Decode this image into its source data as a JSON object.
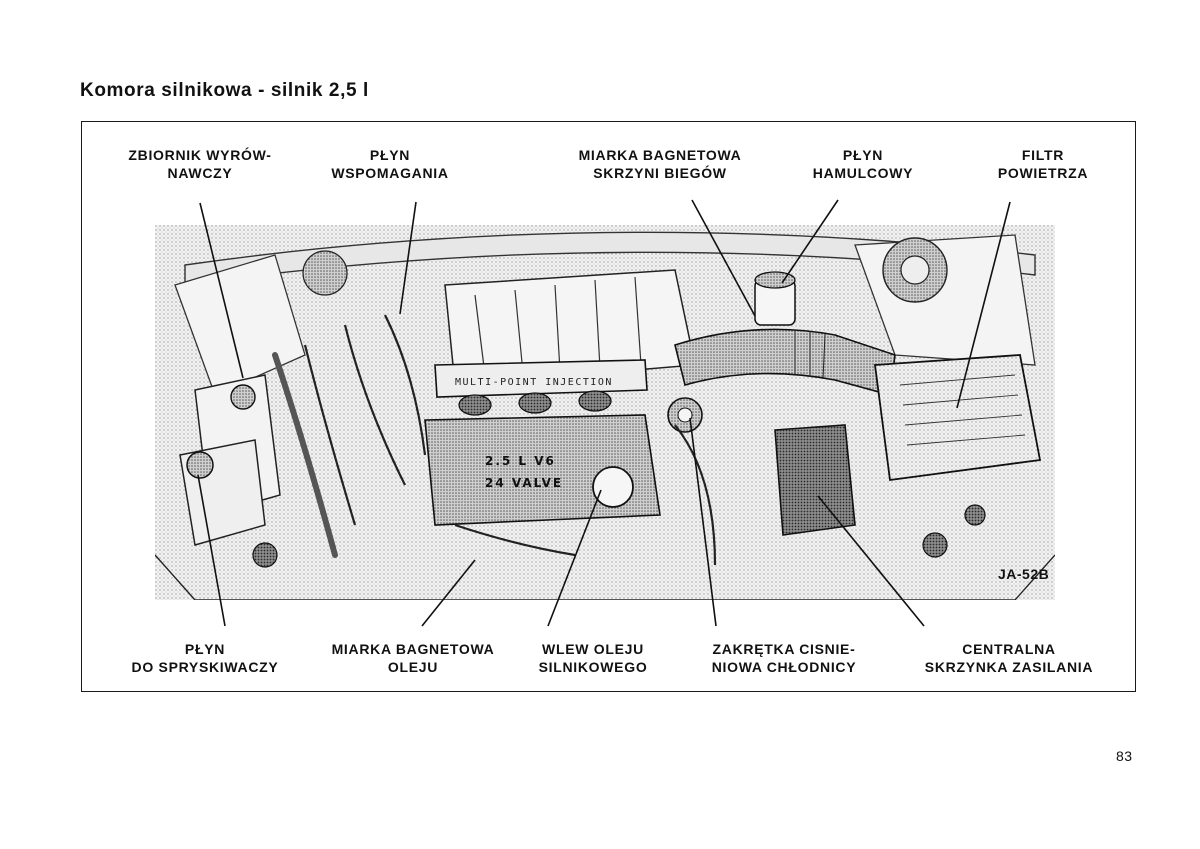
{
  "title": "Komora silnikowa - silnik 2,5 l",
  "figure_code": "JA-52B",
  "page_number": "83",
  "engine_markings": {
    "intake": "MULTI-POINT INJECTION",
    "cover_top": "2.5 L V6",
    "cover_bottom": "24 VALVE"
  },
  "labels_top": [
    {
      "id": "coolant-reservoir",
      "lines": [
        "ZBIORNIK WYRÓW-",
        "NAWCZY"
      ]
    },
    {
      "id": "power-steering-fluid",
      "lines": [
        "PŁYN",
        "WSPOMAGANIA"
      ]
    },
    {
      "id": "transmission-dipstick",
      "lines": [
        "MIARKA BAGNETOWA",
        "SKRZYNI BIEGÓW"
      ]
    },
    {
      "id": "brake-fluid",
      "lines": [
        "PŁYN",
        "HAMULCOWY"
      ]
    },
    {
      "id": "air-filter",
      "lines": [
        "FILTR",
        "POWIETRZA"
      ]
    }
  ],
  "labels_bottom": [
    {
      "id": "washer-fluid",
      "lines": [
        "PŁYN",
        "DO SPRYSKIWACZY"
      ]
    },
    {
      "id": "oil-dipstick",
      "lines": [
        "MIARKA BAGNETOWA",
        "OLEJU"
      ]
    },
    {
      "id": "oil-filler",
      "lines": [
        "WLEW OLEJU",
        "SILNIKOWEGO"
      ]
    },
    {
      "id": "radiator-cap",
      "lines": [
        "ZAKRĘTKA CISNIE-",
        "NIOWA CHŁODNICY"
      ]
    },
    {
      "id": "power-distribution-center",
      "lines": [
        "CENTRALNA",
        "SKRZYNKA ZASILANIA"
      ]
    }
  ]
}
